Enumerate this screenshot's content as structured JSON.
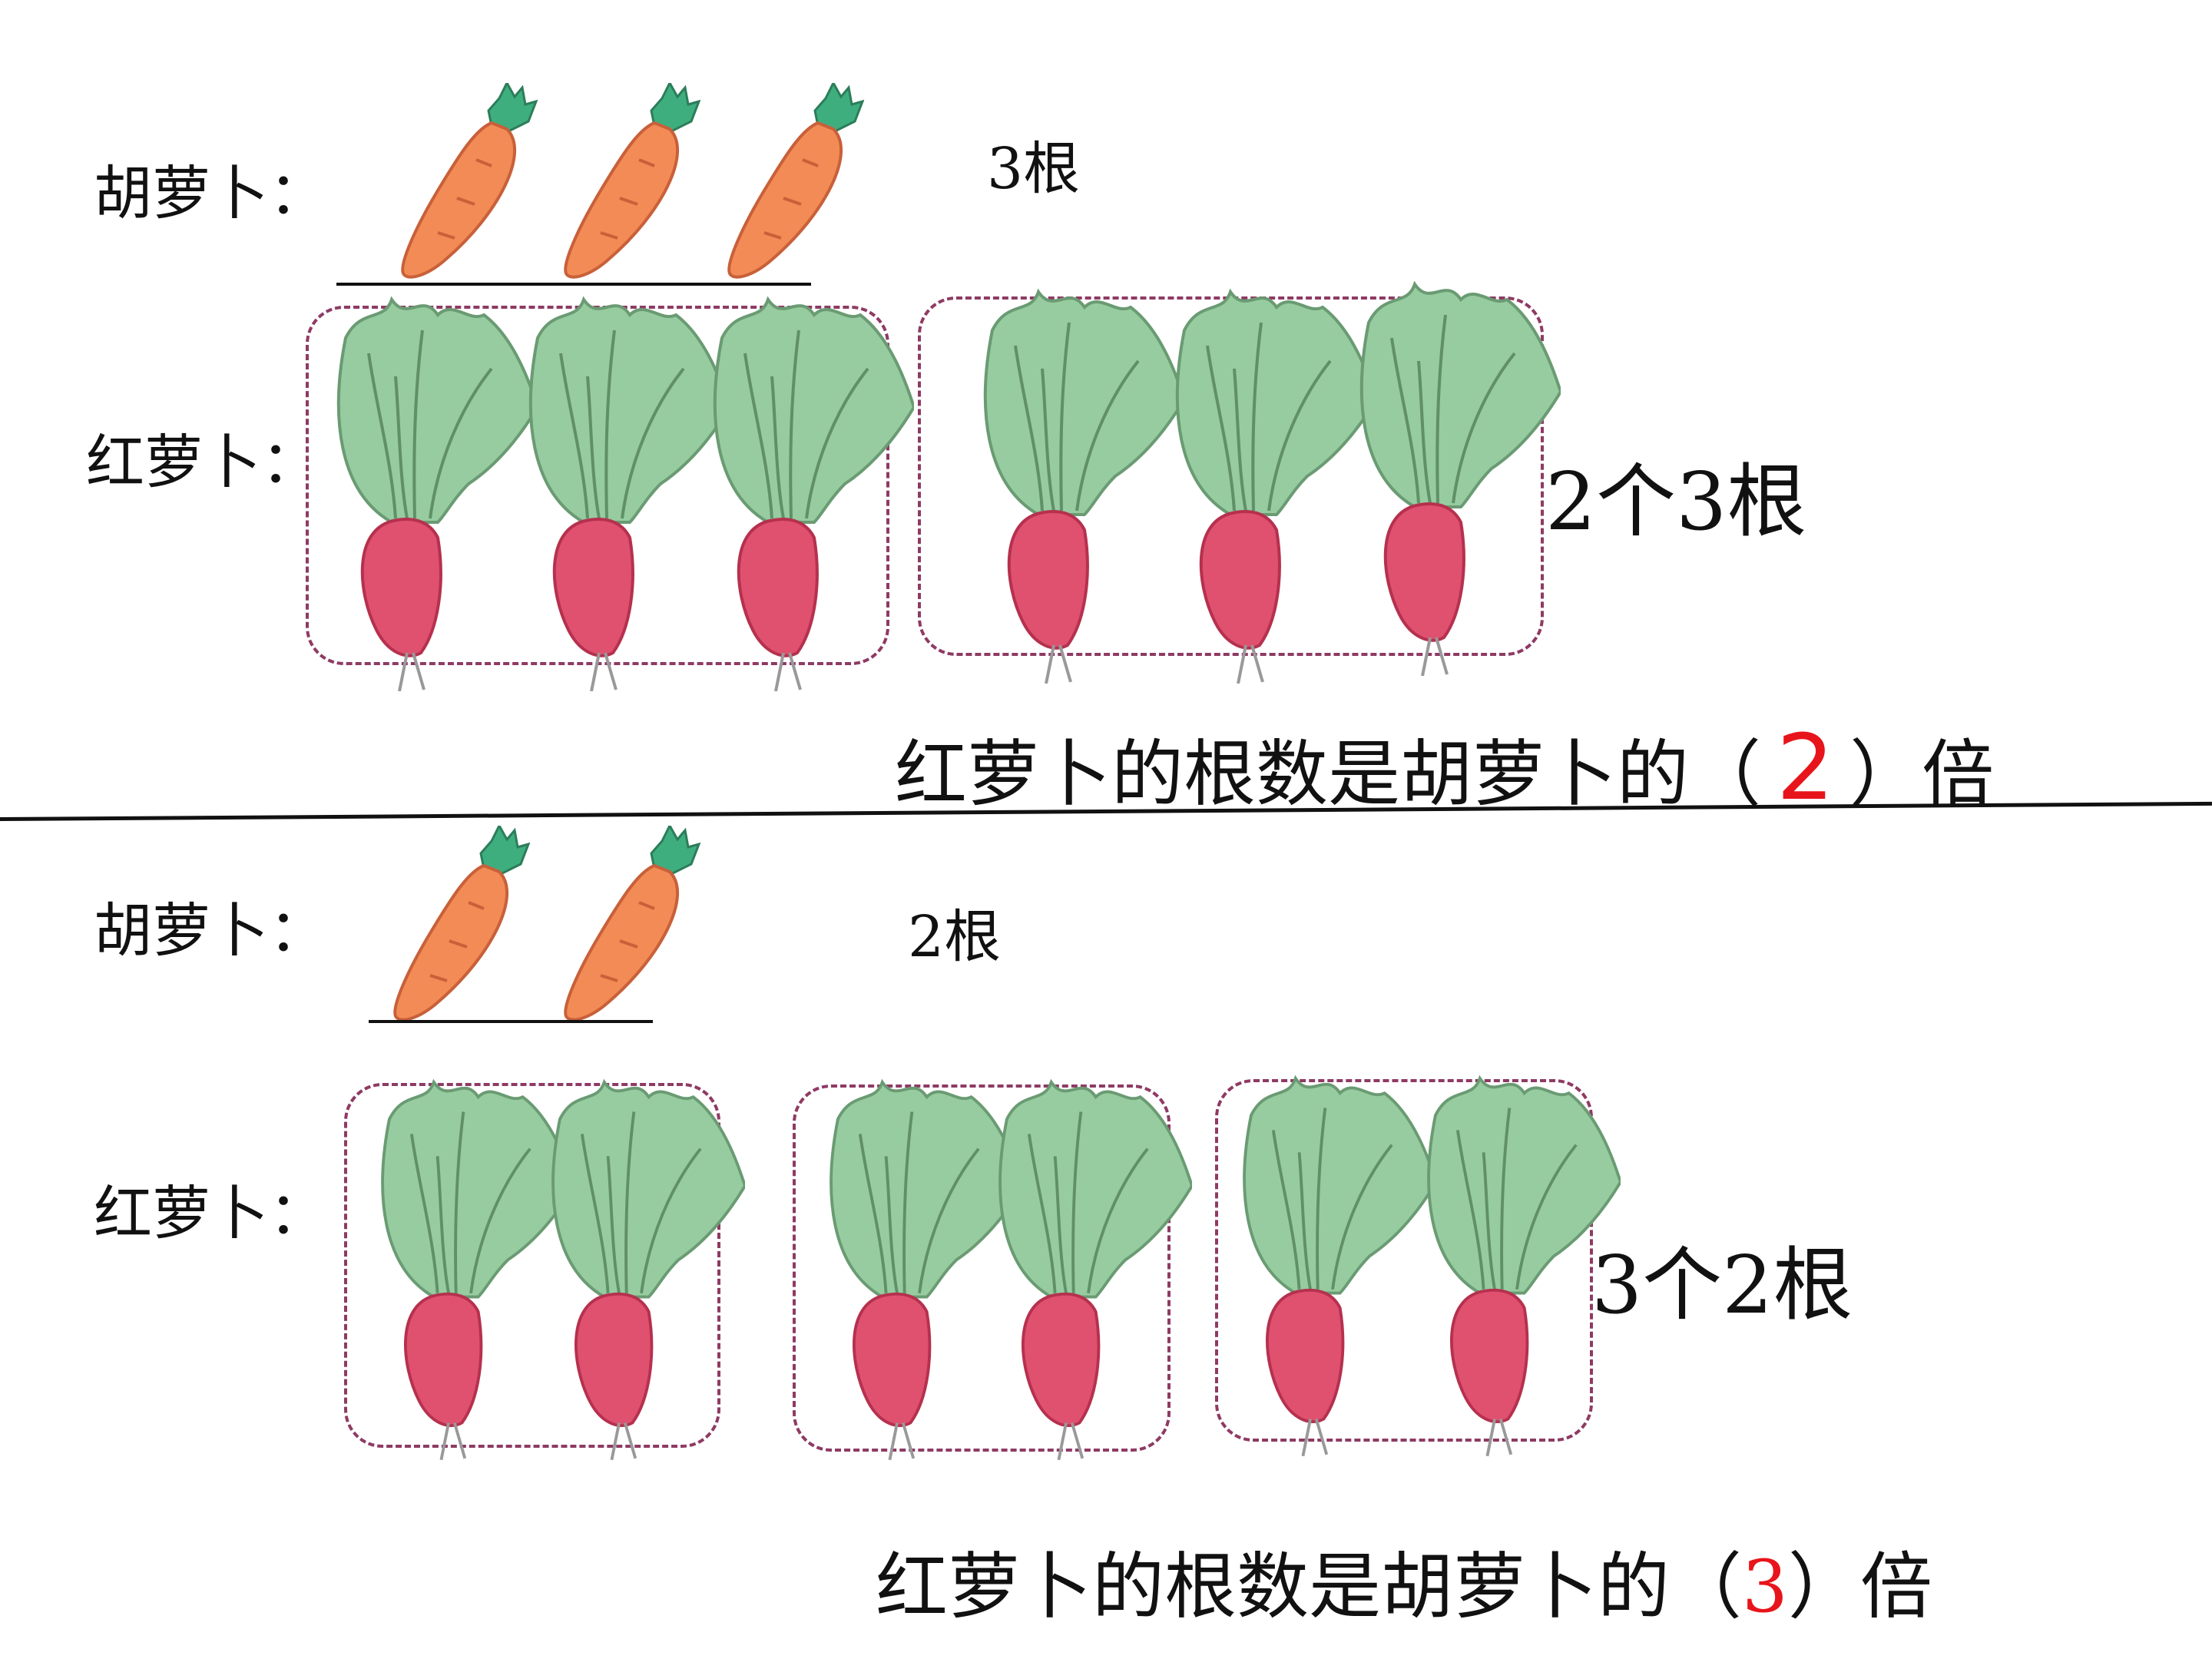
{
  "sections": [
    {
      "carrot_label": "胡萝卜：",
      "radish_label": "红萝卜：",
      "carrot_count": 3,
      "radish_count": 6,
      "carrot_count_text": "3根",
      "group_text": "2个3根",
      "sentence_before": "红萝卜的根数是胡萝卜的（",
      "answer": "2",
      "sentence_after": "）倍"
    },
    {
      "carrot_label": "胡萝卜：",
      "radish_label": "红萝卜：",
      "carrot_count": 2,
      "radish_count": 6,
      "carrot_count_text": "2根",
      "group_text": "3个2根",
      "sentence_before": "红萝卜的根数是胡萝卜的（",
      "answer": "3",
      "sentence_after": "）倍"
    }
  ],
  "colors": {
    "carrot": "#f28b55",
    "carrot_leaf": "#3fae7e",
    "radish_leaf": "#97cba0",
    "radish_root": "#e0506f",
    "group_border": "#8e3a64",
    "answer": "#e8141b"
  }
}
